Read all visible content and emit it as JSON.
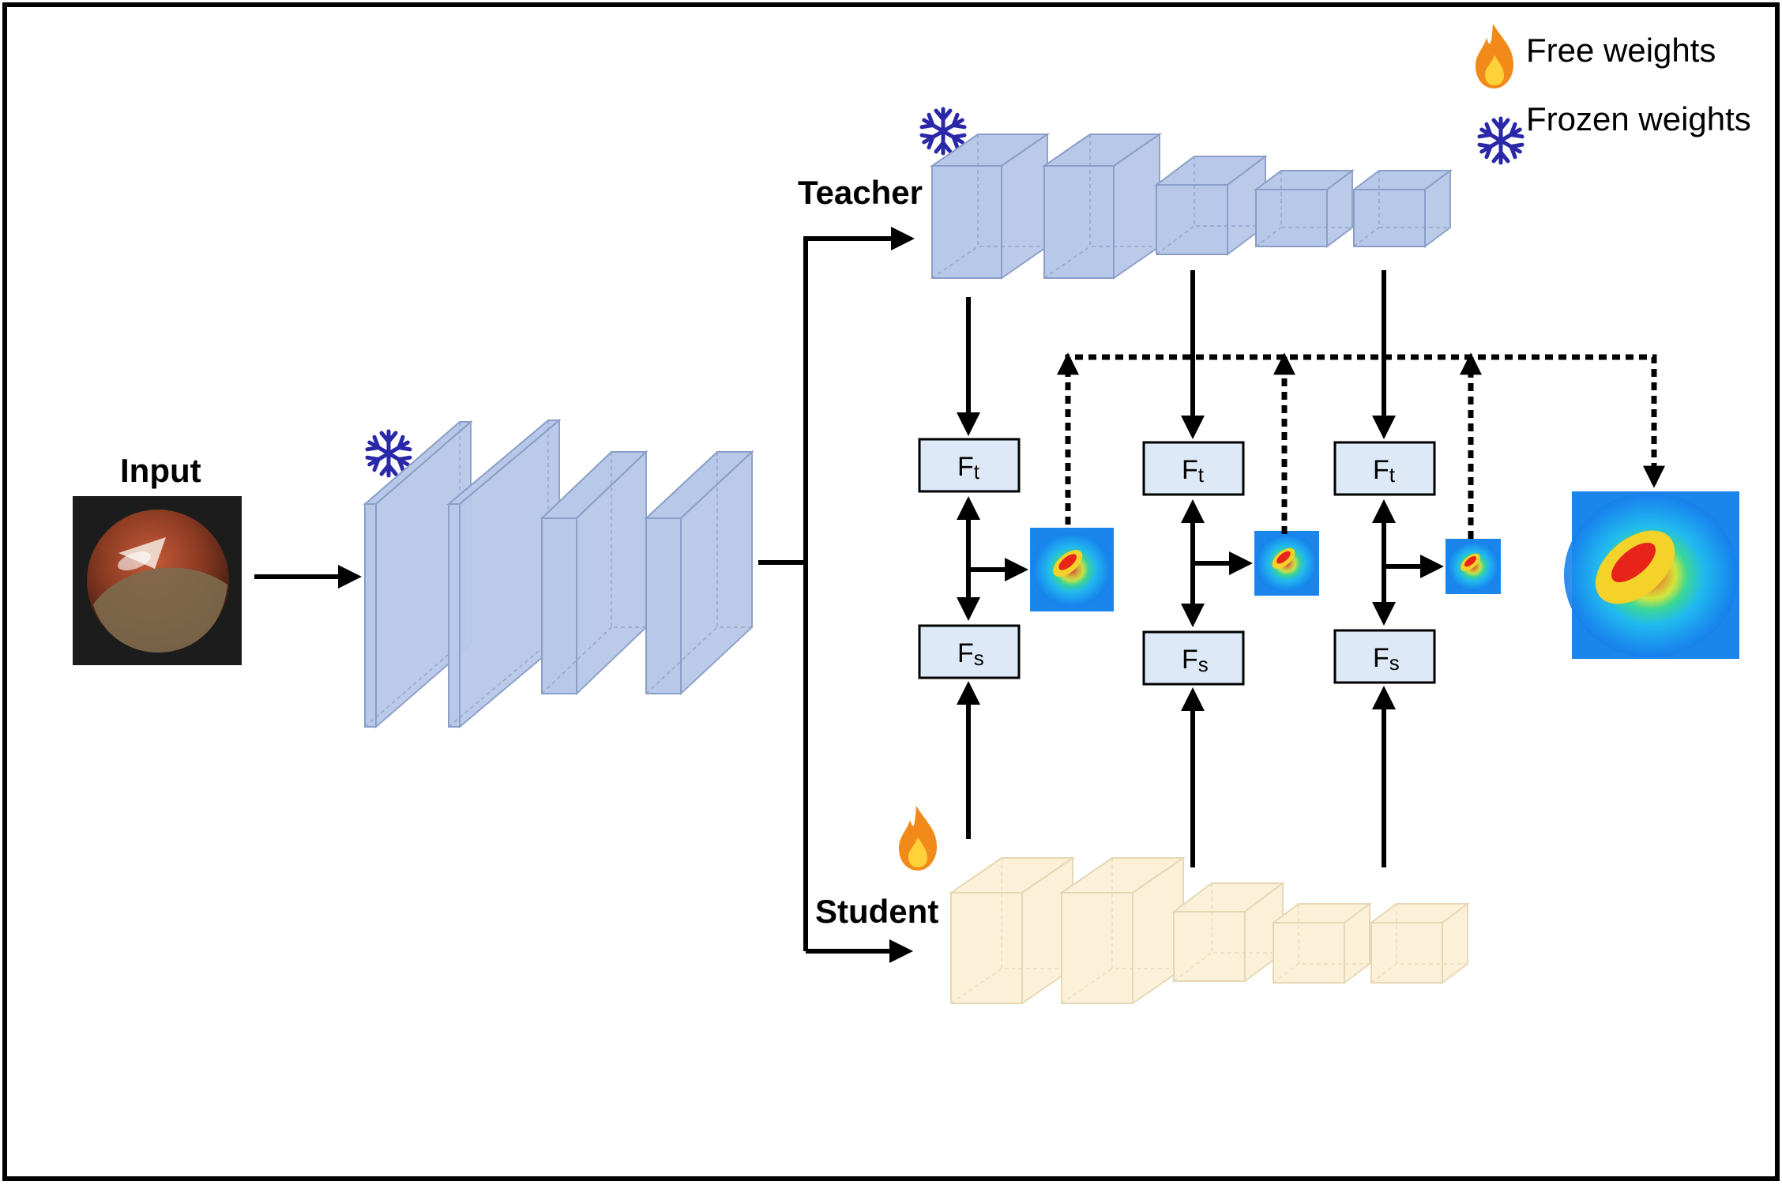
{
  "labels": {
    "input": "Input",
    "teacher": "Teacher",
    "student": "Student"
  },
  "legend": {
    "free": "Free weights",
    "frozen": "Frozen weights",
    "free_icon": "flame-icon",
    "frozen_icon": "snowflake-icon"
  },
  "feature_boxes": [
    {
      "main": "F",
      "sub": "t"
    },
    {
      "main": "F",
      "sub": "s"
    }
  ],
  "colors": {
    "teacher_block": "#b8c8e8",
    "student_block": "#fbf1d8",
    "box_fill": "#dde9f6",
    "snowflake": "#2a28a8",
    "flame": "#f28a1a"
  }
}
